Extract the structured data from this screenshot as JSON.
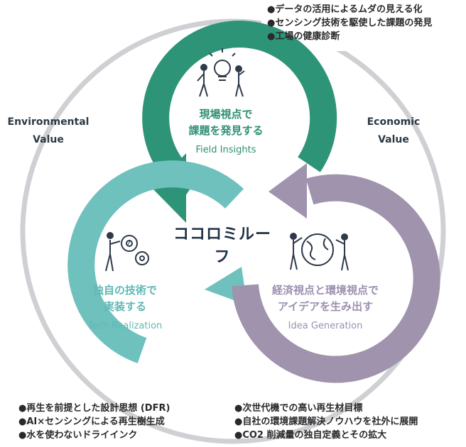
{
  "top_bullets": [
    "●データの活用によるムダの見える化",
    "●センシング技術を駆使した課題の発見",
    "●工場の健康診断"
  ],
  "environmental_value": [
    "Environmental",
    "Value"
  ],
  "economic_value": [
    "Economic",
    "Value"
  ],
  "field": {
    "jp": [
      "現場視点で",
      "課題を発見する"
    ],
    "en": "Field Insights"
  },
  "tech": {
    "jp": [
      "独自の技術で",
      "実装する"
    ],
    "en": "Tech Realization"
  },
  "idea": {
    "jp": [
      "経済視点と環境視点で",
      "アイデアを生み出す"
    ],
    "en": "Idea Generation"
  },
  "logo": "ココロミルーフ",
  "bottom_left_bullets": [
    "●再生を前提とした設計思想 (DFR)",
    "●AI×センシングによる再生樹生成",
    "●水を使わないドライインク"
  ],
  "bottom_right_bullets": [
    "●次世代機での高い再生材目標",
    "●自社の環境課題解決ノウハウを社外に展開",
    "●CO2 削減量の独自定義とその拡大"
  ],
  "colors": {
    "green": "#2e9478",
    "teal": "#6fc1bd",
    "purple": "#9f93ad",
    "ring": "#cfd0d4"
  }
}
